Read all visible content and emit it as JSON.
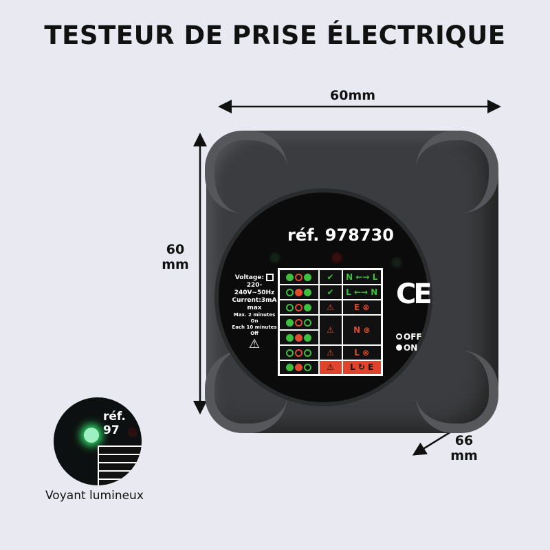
{
  "title": "TESTEUR DE PRISE ÉLECTRIQUE",
  "dimensions": {
    "width": "60mm",
    "height_value": "60",
    "height_unit": "mm",
    "depth_value": "66",
    "depth_unit": "mm"
  },
  "device": {
    "ref": "réf. 978730",
    "spec": {
      "voltage": "Voltage:",
      "range": "220-240V~50Hz",
      "current": "Current:3mA max",
      "duty1": "Max. 2 minutes On",
      "duty2": "Each 10 minutes Off"
    },
    "ce": "CE",
    "legend": {
      "off": "OFF",
      "on": "ON"
    },
    "colors": {
      "green": "#3fbf3f",
      "red": "#e04a2f",
      "body": "#3b3c3f"
    },
    "table": [
      {
        "leds": [
          "green-on",
          "red-off",
          "green-on"
        ],
        "icon": "check",
        "result": "N ←→ L"
      },
      {
        "leds": [
          "green-off",
          "red-on",
          "green-on"
        ],
        "icon": "check",
        "result": "L ←→ N"
      },
      {
        "leds": [
          "green-off",
          "red-off",
          "green-on"
        ],
        "icon": "warning",
        "result": "E ⊗"
      },
      {
        "leds": [
          "green-on",
          "red-off",
          "green-off"
        ],
        "icon": "warning",
        "result": "N ⊗"
      },
      {
        "leds": [
          "green-on",
          "red-on",
          "green-on"
        ],
        "icon": "",
        "result": ""
      },
      {
        "leds": [
          "green-off",
          "red-off",
          "green-off"
        ],
        "icon": "warning",
        "result": "L ⊗"
      },
      {
        "leds": [
          "green-on",
          "red-on",
          "green-off"
        ],
        "icon": "warning",
        "result": "L ↻ E"
      }
    ]
  },
  "inset": {
    "ref": "réf. 97",
    "caption": "Voyant lumineux"
  }
}
